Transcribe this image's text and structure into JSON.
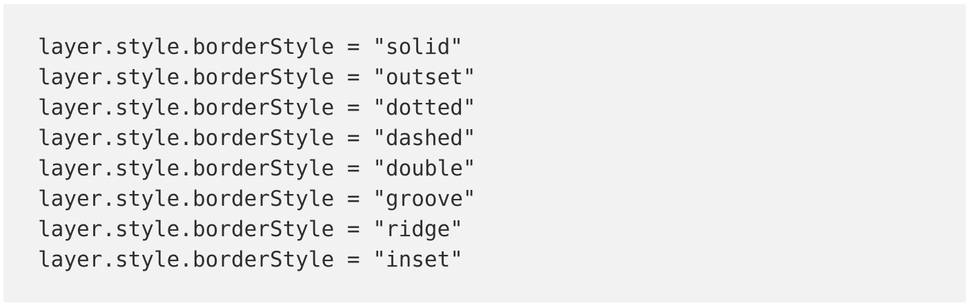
{
  "code_block": {
    "lines": [
      "layer.style.borderStyle = \"solid\"",
      "layer.style.borderStyle = \"outset\"",
      "layer.style.borderStyle = \"dotted\"",
      "layer.style.borderStyle = \"dashed\"",
      "layer.style.borderStyle = \"double\"",
      "layer.style.borderStyle = \"groove\"",
      "layer.style.borderStyle = \"ridge\"",
      "layer.style.borderStyle = \"inset\""
    ],
    "colors": {
      "block_background": "#f2f2f2",
      "text": "#2e2e2e",
      "page_background": "#ffffff"
    }
  }
}
